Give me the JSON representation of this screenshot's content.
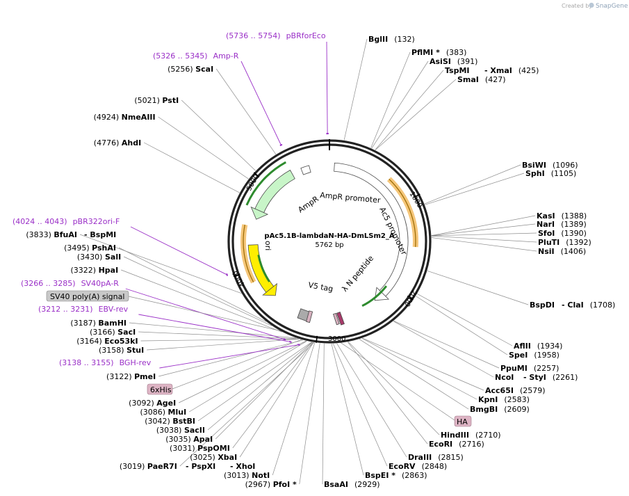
{
  "credit": {
    "prefix": "Created by",
    "brand": "SnapGene"
  },
  "plasmid": {
    "name": "pAc5.1B-lambdaN-HA-DmLSm2_A",
    "length": "5762 bp",
    "length_bp": 5762
  },
  "ticks": [
    "1000",
    "2000",
    "3000",
    "4000",
    "5000"
  ],
  "enzymes": [
    {
      "name": "BglII",
      "pos": "(132)",
      "side": "R"
    },
    {
      "name": "PflMI *",
      "pos": "(383)",
      "side": "R"
    },
    {
      "name": "AsiSI",
      "pos": "(391)",
      "side": "R"
    },
    {
      "name": "TspMI",
      "pos": "",
      "side": "R"
    },
    {
      "name": "- XmaI",
      "pos": "(425)",
      "side": "R"
    },
    {
      "name": "SmaI",
      "pos": "(427)",
      "side": "R"
    },
    {
      "name": "BsiWI",
      "pos": "(1096)",
      "side": "R"
    },
    {
      "name": "SphI",
      "pos": "(1105)",
      "side": "R"
    },
    {
      "name": "KasI",
      "pos": "(1388)",
      "side": "R"
    },
    {
      "name": "NarI",
      "pos": "(1389)",
      "side": "R"
    },
    {
      "name": "SfoI",
      "pos": "(1390)",
      "side": "R"
    },
    {
      "name": "PluTI",
      "pos": "(1392)",
      "side": "R"
    },
    {
      "name": "NsiI",
      "pos": "(1406)",
      "side": "R"
    },
    {
      "name": "BspDI",
      "pos": "",
      "side": "R"
    },
    {
      "name": "- ClaI",
      "pos": "(1708)",
      "side": "R"
    },
    {
      "name": "AflII",
      "pos": "(1934)",
      "side": "R"
    },
    {
      "name": "SpeI",
      "pos": "(1958)",
      "side": "R"
    },
    {
      "name": "PpuMI",
      "pos": "(2257)",
      "side": "R"
    },
    {
      "name": "NcoI",
      "pos": "",
      "side": "R"
    },
    {
      "name": "- StyI",
      "pos": "(2261)",
      "side": "R"
    },
    {
      "name": "Acc65I",
      "pos": "(2579)",
      "side": "R"
    },
    {
      "name": "KpnI",
      "pos": "(2583)",
      "side": "R"
    },
    {
      "name": "BmgBI",
      "pos": "(2609)",
      "side": "R"
    },
    {
      "name": "HindIII",
      "pos": "(2710)",
      "side": "R"
    },
    {
      "name": "EcoRI",
      "pos": "(2716)",
      "side": "R"
    },
    {
      "name": "DraIII",
      "pos": "(2815)",
      "side": "R"
    },
    {
      "name": "EcoRV",
      "pos": "(2848)",
      "side": "R"
    },
    {
      "name": "BspEI *",
      "pos": "(2863)",
      "side": "R"
    },
    {
      "name": "BsaAI",
      "pos": "(2929)",
      "side": "R"
    },
    {
      "name": "PfoI *",
      "pos": "(2967)",
      "side": "L"
    },
    {
      "name": "NotI",
      "pos": "(3013)",
      "side": "L"
    },
    {
      "name": "PaeR7I",
      "pos": "(3019)",
      "side": "L"
    },
    {
      "name": "- PspXI",
      "pos": "",
      "side": "L"
    },
    {
      "name": "- XhoI",
      "pos": "",
      "side": "L"
    },
    {
      "name": "XbaI",
      "pos": "(3025)",
      "side": "L"
    },
    {
      "name": "PspOMI",
      "pos": "(3031)",
      "side": "L"
    },
    {
      "name": "ApaI",
      "pos": "(3035)",
      "side": "L"
    },
    {
      "name": "SacII",
      "pos": "(3038)",
      "side": "L"
    },
    {
      "name": "BstBI",
      "pos": "(3042)",
      "side": "L"
    },
    {
      "name": "MluI",
      "pos": "(3086)",
      "side": "L"
    },
    {
      "name": "AgeI",
      "pos": "(3092)",
      "side": "L"
    },
    {
      "name": "PmeI",
      "pos": "(3122)",
      "side": "L"
    },
    {
      "name": "StuI",
      "pos": "(3158)",
      "side": "L"
    },
    {
      "name": "Eco53kI",
      "pos": "(3164)",
      "side": "L"
    },
    {
      "name": "SacI",
      "pos": "(3166)",
      "side": "L"
    },
    {
      "name": "BamHI",
      "pos": "(3187)",
      "side": "L"
    },
    {
      "name": "HpaI",
      "pos": "(3322)",
      "side": "L"
    },
    {
      "name": "SalI",
      "pos": "(3430)",
      "side": "L"
    },
    {
      "name": "PshAI",
      "pos": "(3495)",
      "side": "L"
    },
    {
      "name": "BfuAI",
      "pos": "(3833)",
      "side": "L"
    },
    {
      "name": "- BspMI",
      "pos": "",
      "side": "L"
    },
    {
      "name": "AhdI",
      "pos": "(4776)",
      "side": "L"
    },
    {
      "name": "NmeAIII",
      "pos": "(4924)",
      "side": "L"
    },
    {
      "name": "PstI",
      "pos": "(5021)",
      "side": "L"
    },
    {
      "name": "ScaI",
      "pos": "(5256)",
      "side": "L"
    }
  ],
  "primers": [
    {
      "range": "(5736 .. 5754)",
      "name": "pBRforEco"
    },
    {
      "range": "(5326 .. 5345)",
      "name": "Amp-R"
    },
    {
      "range": "(4024 .. 4043)",
      "name": "pBR322ori-F"
    },
    {
      "range": "(3266 .. 3285)",
      "name": "SV40pA-R"
    },
    {
      "range": "(3212 .. 3231)",
      "name": "EBV-rev"
    },
    {
      "range": "(3138 .. 3155)",
      "name": "BGH-rev"
    }
  ],
  "features": {
    "ampr": "AmpR",
    "ampr_promoter": "AmpR promoter",
    "ac5_promoter": "Ac5 promoter",
    "ori": "ori",
    "v5_tag": "V5 tag",
    "lambda_n": "λ N peptide",
    "sv40": "SV40 poly(A) signal",
    "his": "6xHis",
    "ha": "HA"
  },
  "colors": {
    "backbone": "#222222",
    "primer": "#9a2fc7",
    "ampr": "#c8f5c8",
    "ori": "#ffee00",
    "orf": "#f5c67a",
    "orf_inner": "#2e8b2e",
    "lambda": "#a83a6a",
    "v5": "#aaaaaa",
    "gray_box": "#c8c8c8",
    "pink_box": "#ddb4c4",
    "leader": "#8c8c8c"
  }
}
